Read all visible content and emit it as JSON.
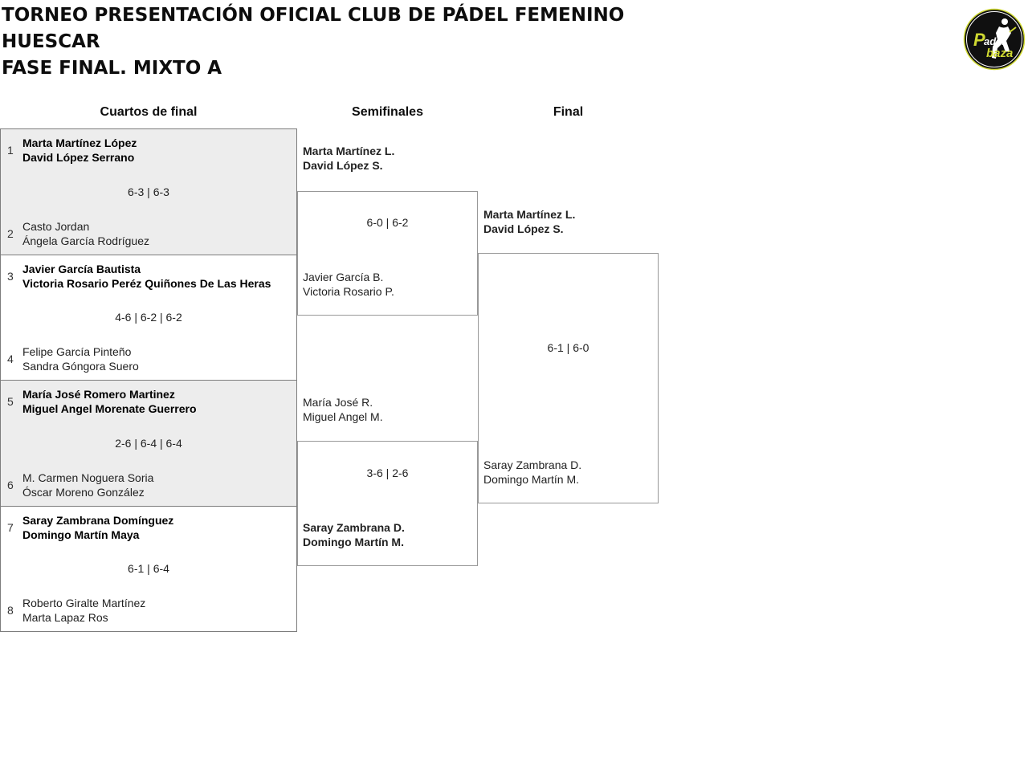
{
  "header": {
    "title_line1": "TORNEO PRESENTACIÓN OFICIAL CLUB DE PÁDEL FEMENINO",
    "title_line2": "HUESCAR",
    "title_line3": "FASE FINAL. MIXTO A"
  },
  "logo": {
    "text_p": "P",
    "text_adel": "adel",
    "text_baza": "baza"
  },
  "rounds": {
    "quarterfinals_label": "Cuartos de final",
    "semifinals_label": "Semifinales",
    "final_label": "Final"
  },
  "quarterfinals": [
    {
      "seed_top": "1",
      "team_top_line1": "Marta Martínez López",
      "team_top_line2": "David López Serrano",
      "score": "6-3 | 6-3",
      "seed_bottom": "2",
      "team_bottom_line1": "Casto Jordan",
      "team_bottom_line2": "Ángela García Rodríguez"
    },
    {
      "seed_top": "3",
      "team_top_line1": "Javier García Bautista",
      "team_top_line2": "Victoria Rosario Peréz Quiñones De Las Heras",
      "score": "4-6 | 6-2 | 6-2",
      "seed_bottom": "4",
      "team_bottom_line1": "Felipe García Pinteño",
      "team_bottom_line2": "Sandra Góngora Suero"
    },
    {
      "seed_top": "5",
      "team_top_line1": "María José Romero Martinez",
      "team_top_line2": "Miguel Angel Morenate Guerrero",
      "score": "2-6 | 6-4 | 6-4",
      "seed_bottom": "6",
      "team_bottom_line1": "M. Carmen Noguera Soria",
      "team_bottom_line2": "Óscar Moreno González"
    },
    {
      "seed_top": "7",
      "team_top_line1": "Saray Zambrana Domínguez",
      "team_top_line2": "Domingo Martín Maya",
      "score": "6-1 | 6-4",
      "seed_bottom": "8",
      "team_bottom_line1": "Roberto Giralte Martínez",
      "team_bottom_line2": "Marta Lapaz Ros"
    }
  ],
  "semifinals": [
    {
      "team_top_line1": "Marta Martínez L.",
      "team_top_line2": "David López S.",
      "score": "6-0 | 6-2",
      "team_bottom_line1": "Javier García B.",
      "team_bottom_line2": "Victoria Rosario P."
    },
    {
      "team_top_line1": "María José R.",
      "team_top_line2": "Miguel Angel M.",
      "score": "3-6 | 2-6",
      "team_bottom_line1": "Saray Zambrana D.",
      "team_bottom_line2": "Domingo Martín M."
    }
  ],
  "final": {
    "team_top_line1": "Marta Martínez L.",
    "team_top_line2": "David López S.",
    "score": "6-1 | 6-0",
    "team_bottom_line1": "Saray Zambrana D.",
    "team_bottom_line2": "Domingo Martín M."
  }
}
